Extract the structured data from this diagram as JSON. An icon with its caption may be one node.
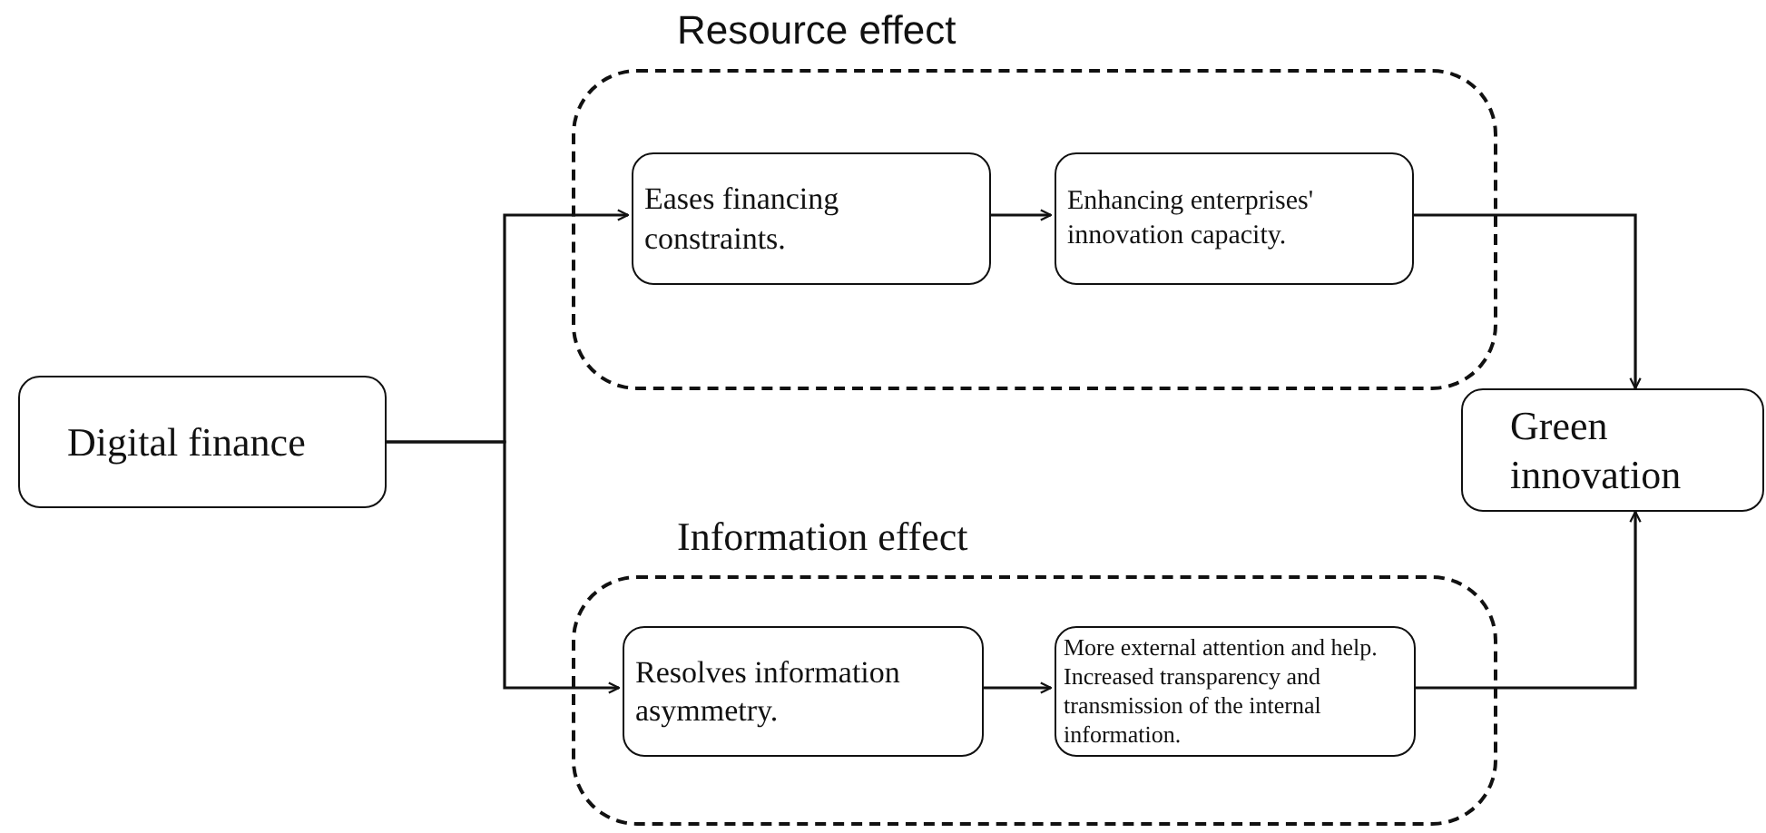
{
  "diagram": {
    "nodes": [
      {
        "text": [
          "Digital finance"
        ]
      },
      {
        "text": [
          "Resource effect"
        ]
      },
      {
        "text": [
          "Eases financing constraints."
        ],
        "in": 1
      },
      {
        "text": [
          "Enhancing enterprises' innovation capacity."
        ],
        "in": 1
      },
      {
        "text": [
          "Green innovation"
        ]
      },
      {
        "text": [
          "Information effect"
        ]
      },
      {
        "text": [
          "Resolves information asymmetry."
        ],
        "in": 5
      },
      {
        "text": [
          "More external attention and help. Increased transparency and transmission of the internal information."
        ],
        "in": 5
      }
    ],
    "edges": [
      {
        "from": 0,
        "to": 2,
        "arrow": "to"
      },
      {
        "from": 0,
        "to": 6,
        "arrow": "to"
      },
      {
        "from": 2,
        "to": 3,
        "arrow": "to"
      },
      {
        "from": 3,
        "to": 4,
        "arrow": "to"
      },
      {
        "from": 6,
        "to": 7,
        "arrow": "to"
      },
      {
        "from": 7,
        "to": 4,
        "arrow": "to"
      }
    ]
  }
}
